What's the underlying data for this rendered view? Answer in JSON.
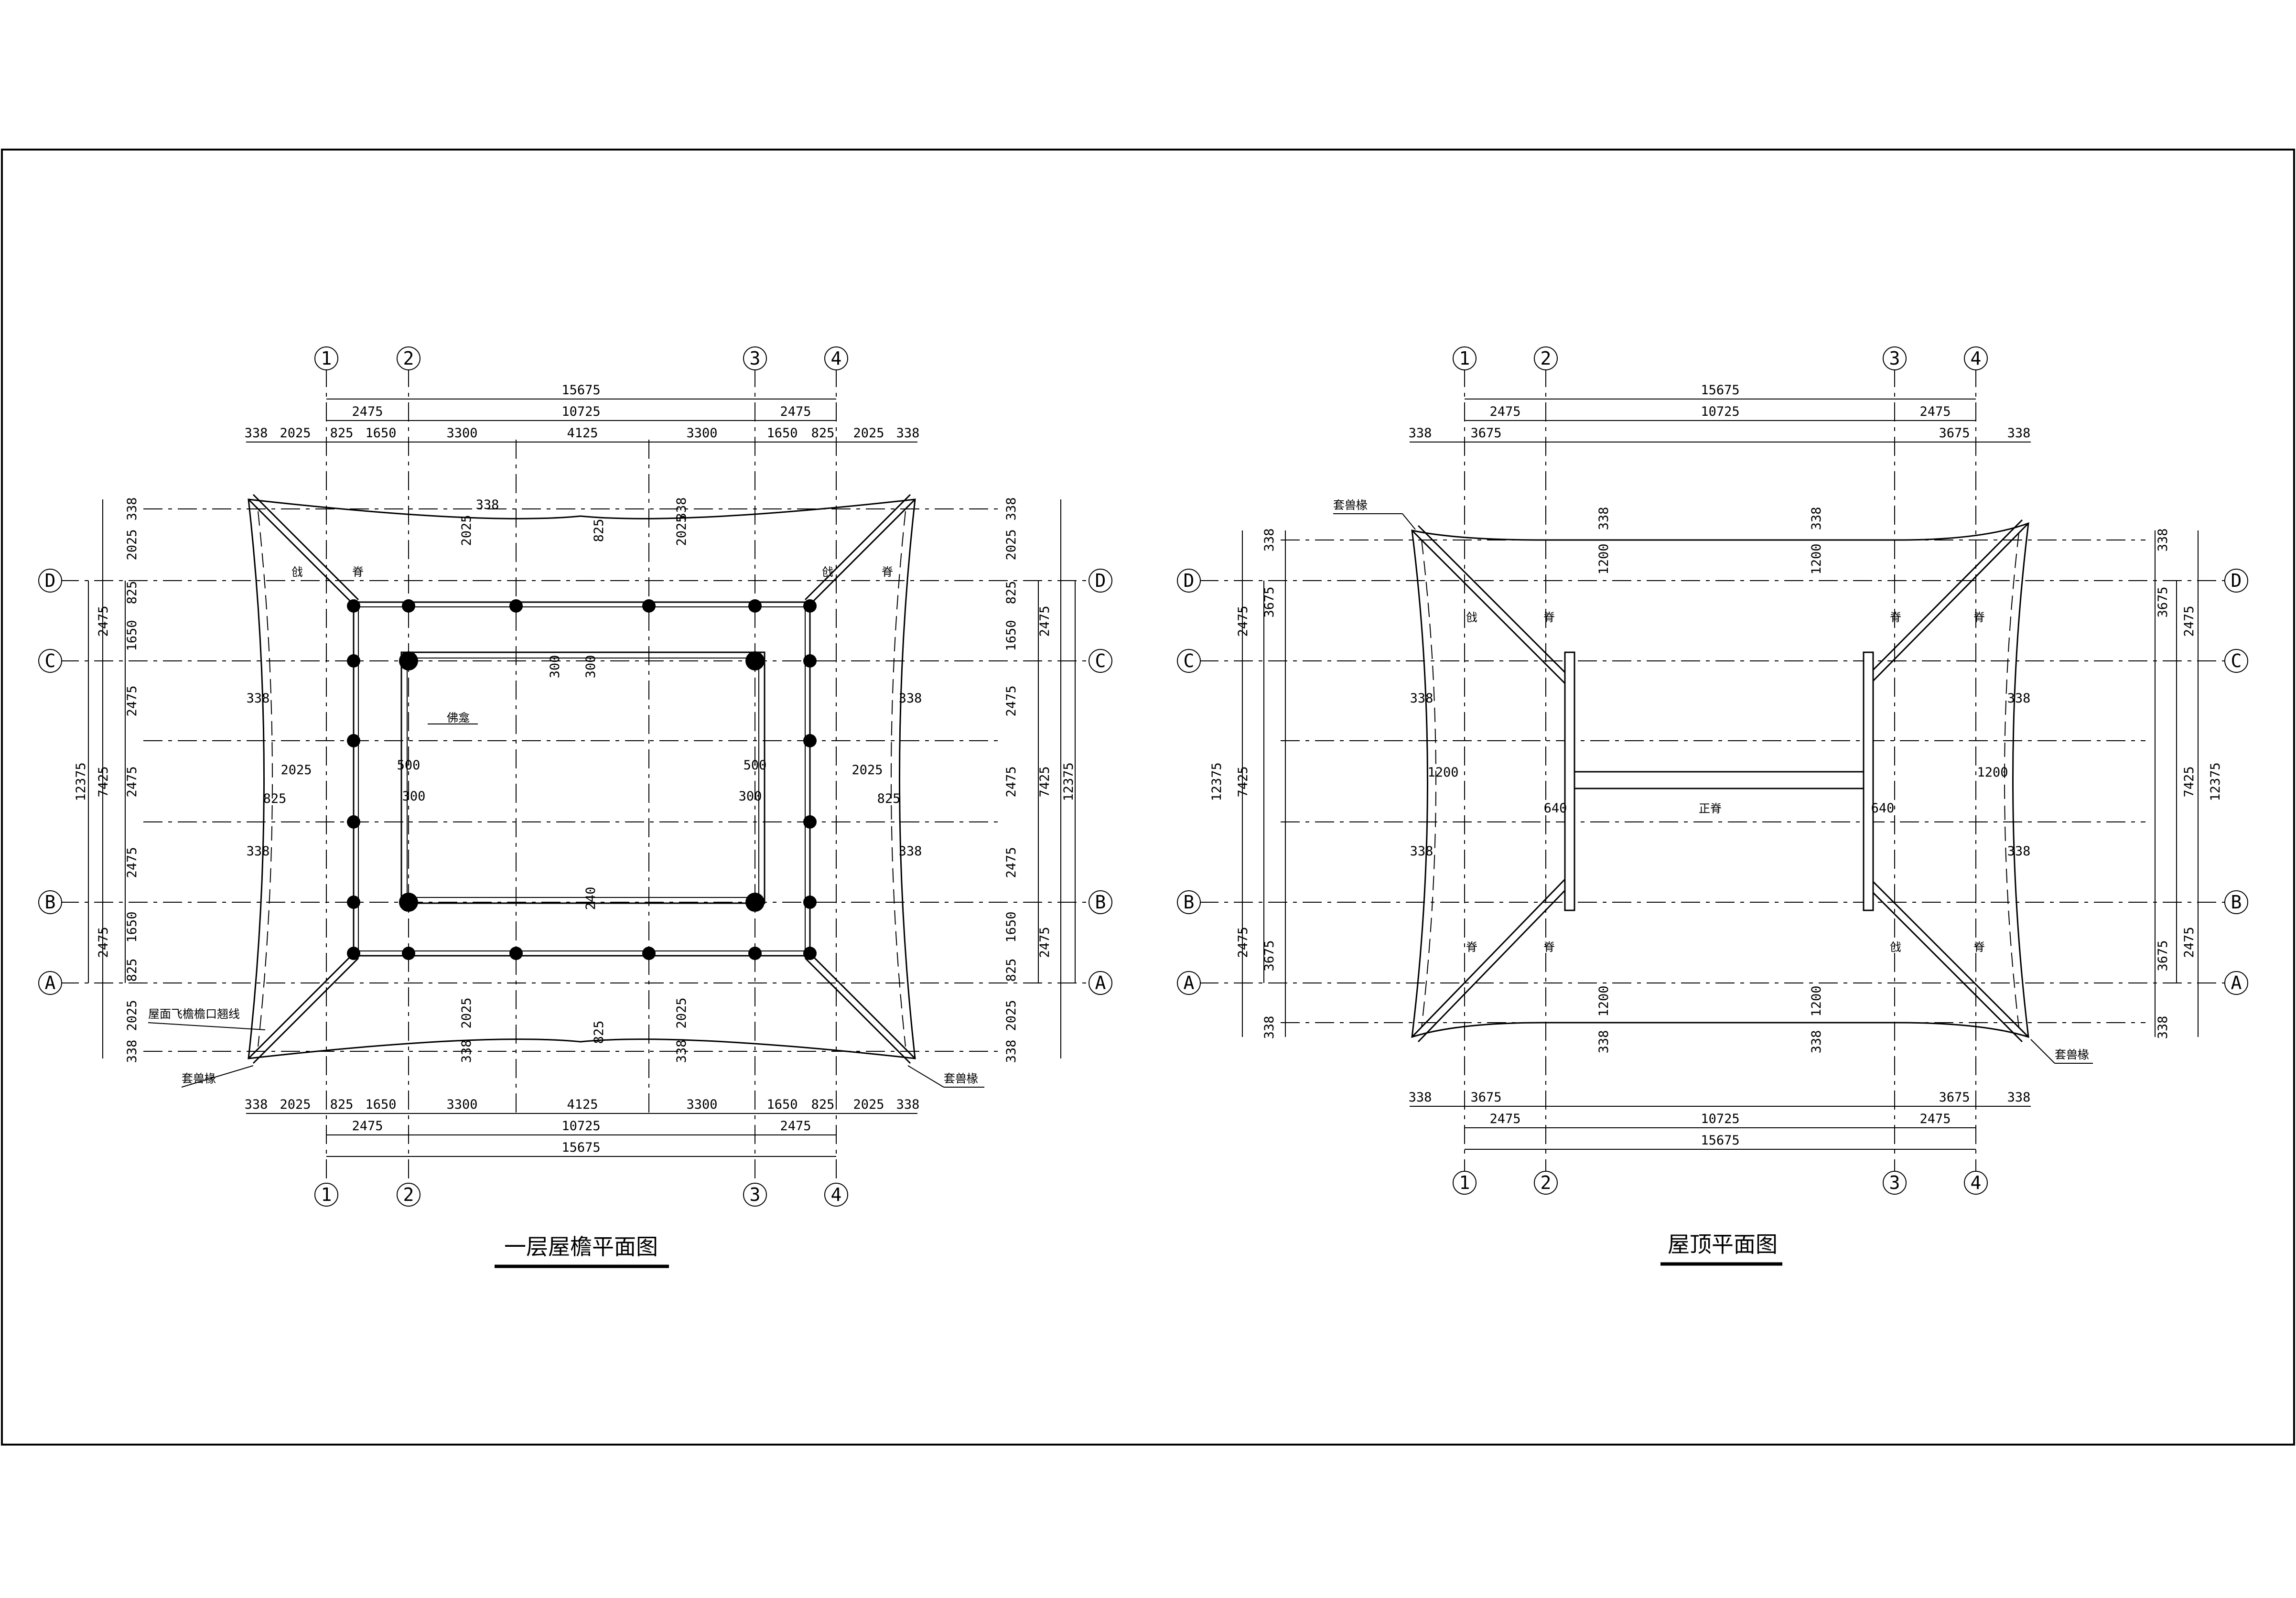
{
  "titles": {
    "left": "一层屋檐平面图",
    "right": "屋顶平面图"
  },
  "axes": {
    "columns": [
      "1",
      "2",
      "3",
      "4"
    ],
    "rows": [
      "A",
      "B",
      "C",
      "D"
    ]
  },
  "left_plan": {
    "horizontal": {
      "total": "15675",
      "tier2": [
        "2475",
        "10725",
        "2475"
      ],
      "tier3": [
        "338",
        "2025",
        "825",
        "1650",
        "3300",
        "4125",
        "3300",
        "1650",
        "825",
        "2025",
        "338"
      ]
    },
    "vertical": {
      "total": "12375",
      "tier2": [
        "2475",
        "7425",
        "2475"
      ],
      "tier3": [
        "338",
        "2025",
        "825",
        "1650",
        "2475",
        "2475",
        "2475",
        "1650",
        "825",
        "2025",
        "338"
      ]
    },
    "inner_dims": {
      "top": [
        "338",
        "2025",
        "825",
        "2025",
        "338"
      ],
      "bottom": [
        "2025",
        "825",
        "2025",
        "338",
        "338"
      ],
      "side": [
        "2025",
        "825",
        "338",
        "338"
      ],
      "interior": [
        "300",
        "300",
        "500",
        "500",
        "300",
        "300",
        "240"
      ]
    },
    "notes": {
      "eave_line": "屋面飞檐檐口翘线",
      "rafter_left": "套兽椽",
      "rafter_right": "套兽椽",
      "niche": "佛龛",
      "hip_marks": [
        "戗",
        "脊",
        "戗",
        "脊"
      ]
    }
  },
  "right_plan": {
    "horizontal": {
      "total": "15675",
      "tier2": [
        "2475",
        "10725",
        "2475"
      ],
      "tier3": [
        "338",
        "3675",
        "3675",
        "338"
      ]
    },
    "vertical": {
      "total": "12375",
      "tier2": [
        "2475",
        "7425",
        "2475"
      ],
      "tier3": [
        "338",
        "3675",
        "3675",
        "338"
      ]
    },
    "inner_dims": {
      "top": [
        "338",
        "1200",
        "338",
        "1200"
      ],
      "bottom": [
        "1200",
        "338",
        "1200",
        "338"
      ],
      "side": [
        "1200",
        "1200",
        "640",
        "640",
        "338",
        "338"
      ]
    },
    "notes": {
      "rafter_top": "套兽椽",
      "rafter_bottom": "套兽椽",
      "ridge": "正脊",
      "hip_marks": [
        "戗",
        "脊",
        "戗",
        "脊",
        "脊",
        "脊",
        "脊",
        "脊"
      ]
    }
  }
}
